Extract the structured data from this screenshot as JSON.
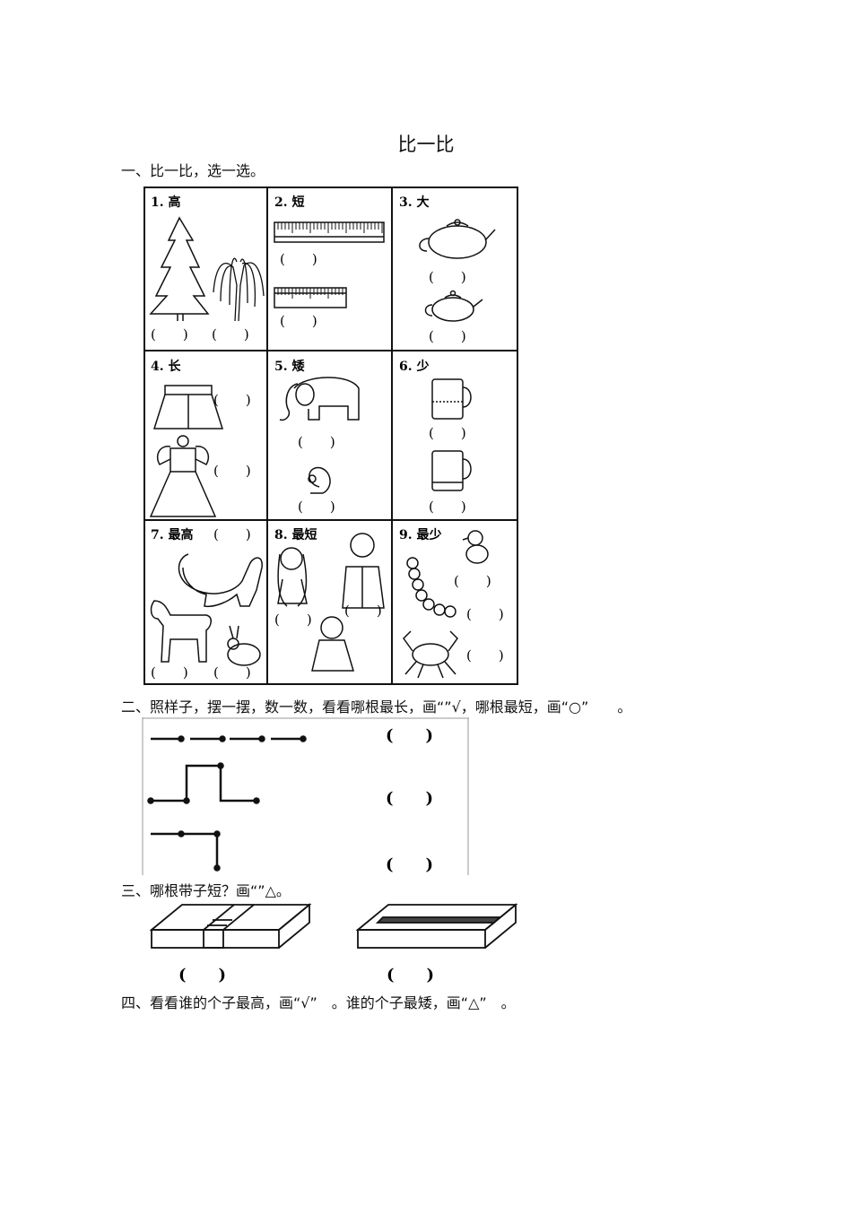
{
  "title": "比一比",
  "sections": {
    "s1": "一、比一比，选一选。",
    "s2": "二、照样子，摆一摆，数一数，看看哪根最长，画“”√，哪根最短，画“○”　　。",
    "s3": "三、哪根带子短？画“”△。",
    "s4": "四、看看谁的个子最高，画“√”　。谁的个子最矮，画“△”　。"
  },
  "grid": {
    "cells": [
      {
        "label": "1. 高"
      },
      {
        "label": "2. 短"
      },
      {
        "label": "3. 大"
      },
      {
        "label": "4. 长"
      },
      {
        "label": "5. 矮"
      },
      {
        "label": "6. 少"
      },
      {
        "label": "7. 最高"
      },
      {
        "label": "8. 最短"
      },
      {
        "label": "9. 最少"
      }
    ]
  },
  "answer_paren": "(　　)",
  "icons": [
    "tree-icon",
    "willow-icon",
    "ruler-icon",
    "teapot-icon",
    "skirt-icon",
    "dress-icon",
    "elephant-icon",
    "squirrel-icon",
    "cup-icon",
    "dinosaur-icon",
    "horse-icon",
    "rabbit-icon",
    "girl-icon",
    "man-icon",
    "boy-icon",
    "chick-icon",
    "caterpillar-icon",
    "crab-icon",
    "belt-box-icon"
  ]
}
